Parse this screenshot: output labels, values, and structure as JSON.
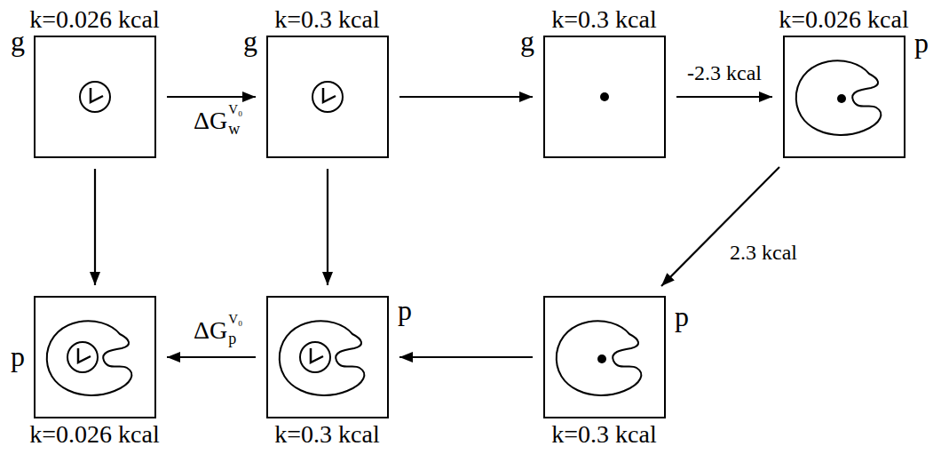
{
  "diagram": {
    "nodes": [
      {
        "text": [
          "k=0.026 kcal",
          "g"
        ]
      },
      {
        "text": [
          "k=0.3 kcal",
          "g"
        ]
      },
      {
        "text": [
          "k=0.3 kcal",
          "g"
        ]
      },
      {
        "text": [
          "k=0.026 kcal",
          "p"
        ]
      },
      {
        "text": [
          "k=0.026 kcal",
          "p"
        ]
      },
      {
        "text": [
          "k=0.3 kcal",
          "p"
        ]
      },
      {
        "text": [
          "k=0.3 kcal",
          "p"
        ]
      }
    ],
    "edges": [
      {
        "from": 0,
        "to": 1,
        "arrow": "to",
        "label": "ΔG"
      },
      {
        "from": 1,
        "to": 2,
        "arrow": "to"
      },
      {
        "from": 2,
        "to": 3,
        "arrow": "to",
        "label": "-2.3 kcal"
      },
      {
        "from": 3,
        "to": 6,
        "arrow": "to",
        "label": "2.3 kcal"
      },
      {
        "from": 6,
        "to": 5,
        "arrow": "to"
      },
      {
        "from": 5,
        "to": 4,
        "arrow": "to",
        "label": "ΔG"
      },
      {
        "from": 0,
        "to": 4,
        "arrow": "to"
      },
      {
        "from": 1,
        "to": 5,
        "arrow": "to"
      }
    ],
    "labels": [
      "w",
      "V₀",
      "p",
      "V₀"
    ]
  }
}
